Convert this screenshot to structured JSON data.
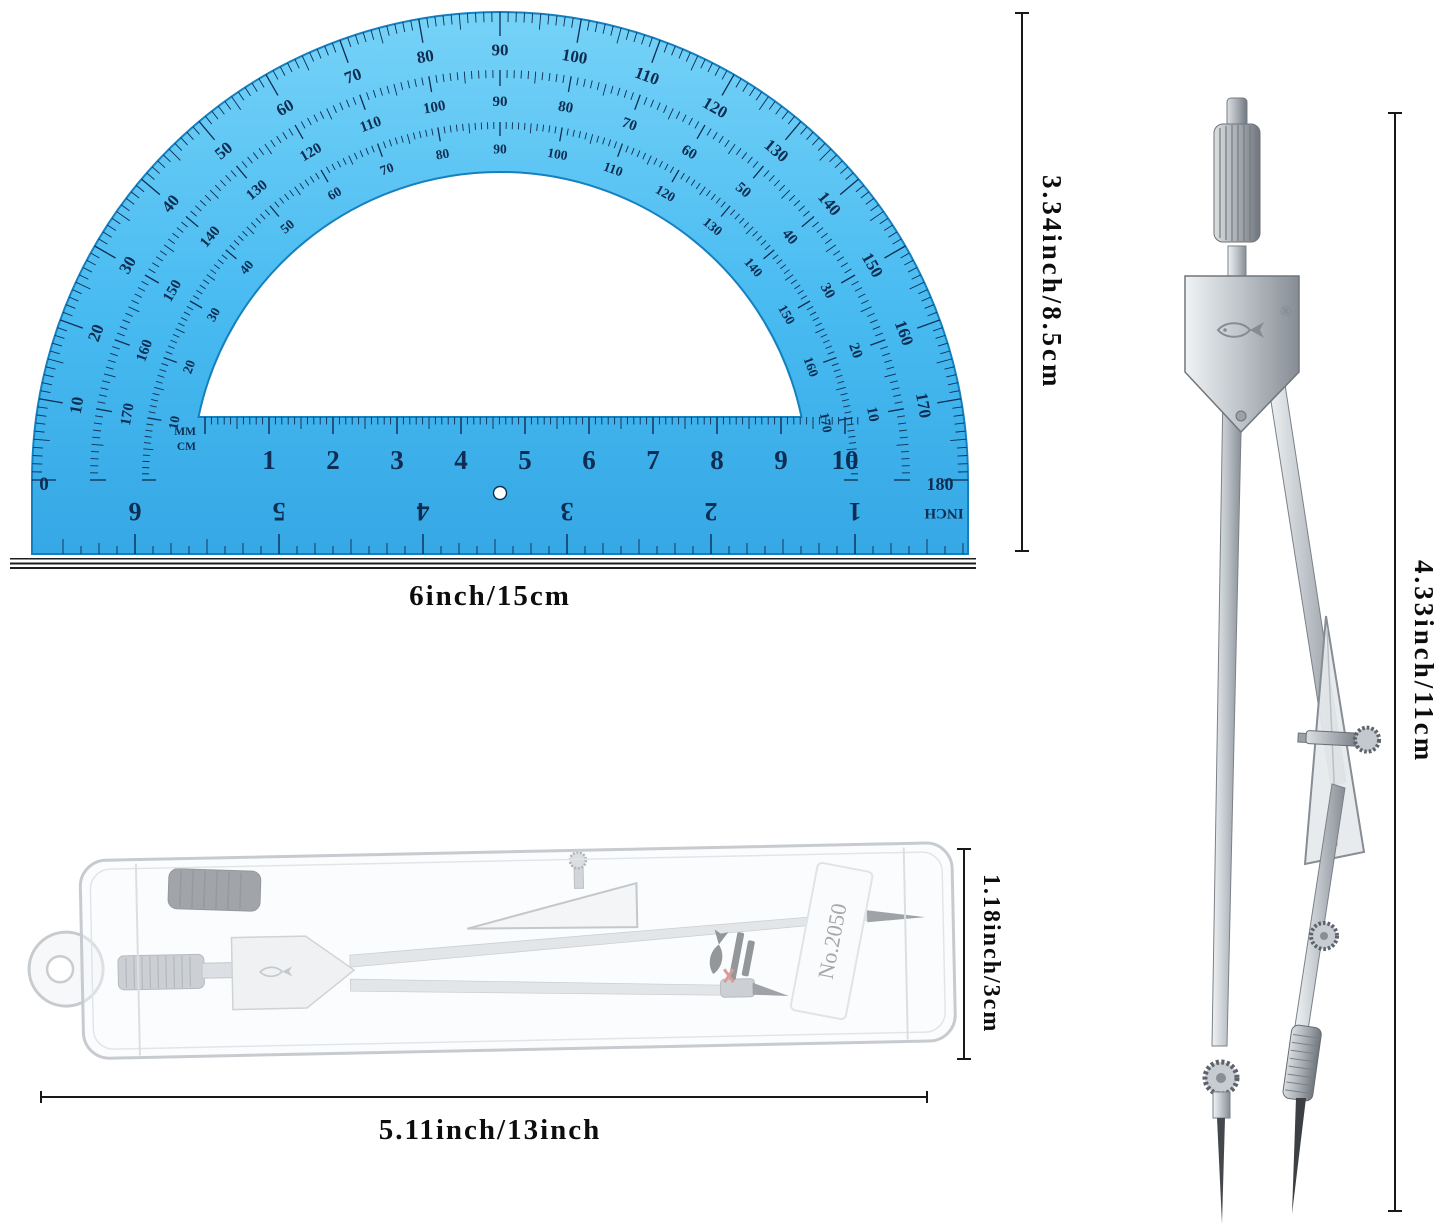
{
  "annotations": {
    "protractor_height_label": "3.34inch/8.5cm",
    "protractor_width_label": "6inch/15cm",
    "compass_height_label": "4.33inch/11cm",
    "case_height_label": "1.18inch/3cm",
    "case_width_label": "5.11inch/13inch"
  },
  "protractor": {
    "fill_color": "#3eb7f0",
    "marking_color": "#0f2d52",
    "outer_ring_numbers": [
      "10",
      "20",
      "30",
      "40",
      "50",
      "60",
      "70",
      "80",
      "90",
      "100",
      "110",
      "120",
      "130",
      "140",
      "150",
      "160",
      "170"
    ],
    "middle_ring_numbers": [
      "170",
      "160",
      "150",
      "140",
      "130",
      "120",
      "110",
      "100",
      "90",
      "80",
      "70",
      "60",
      "50",
      "40",
      "30",
      "20",
      "10"
    ],
    "inner_ring_numbers": [
      "10",
      "20",
      "30",
      "40",
      "50",
      "60",
      "70",
      "80",
      "90",
      "100",
      "110",
      "120",
      "130",
      "140",
      "150",
      "160",
      "170"
    ],
    "baseline_left_label": "0",
    "baseline_right_label": "180",
    "cm_unit_top": "MM",
    "cm_unit_bottom": "CM",
    "cm_numbers": [
      "1",
      "2",
      "3",
      "4",
      "5",
      "6",
      "7",
      "8",
      "9",
      "10"
    ],
    "inch_numbers": [
      "1",
      "2",
      "3",
      "4",
      "5",
      "6"
    ],
    "inch_unit_label": "INCH"
  },
  "compass": {
    "registered_mark": "®"
  },
  "case": {
    "model_label": "No.2050"
  }
}
